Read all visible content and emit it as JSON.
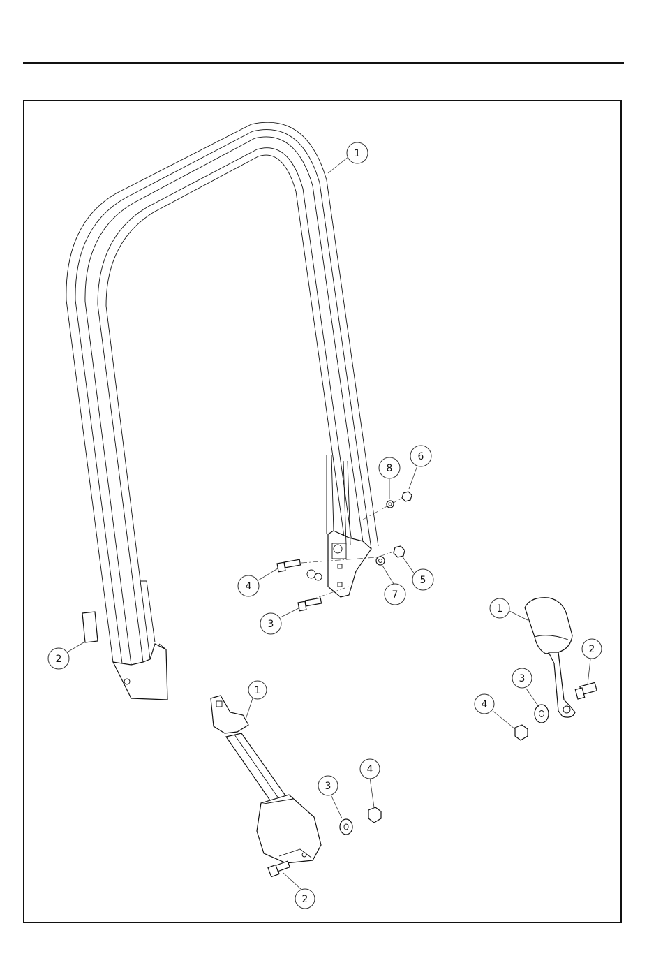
{
  "callouts": {
    "c1a": "1",
    "c8": "8",
    "c6": "6",
    "c4a": "4",
    "c5": "5",
    "c7": "7",
    "c3a": "3",
    "c2a": "2",
    "c1b": "1",
    "c1c": "1",
    "c2b": "2",
    "c3b": "3",
    "c4b": "4",
    "c3c": "3",
    "c4c": "4",
    "c2c": "2"
  }
}
